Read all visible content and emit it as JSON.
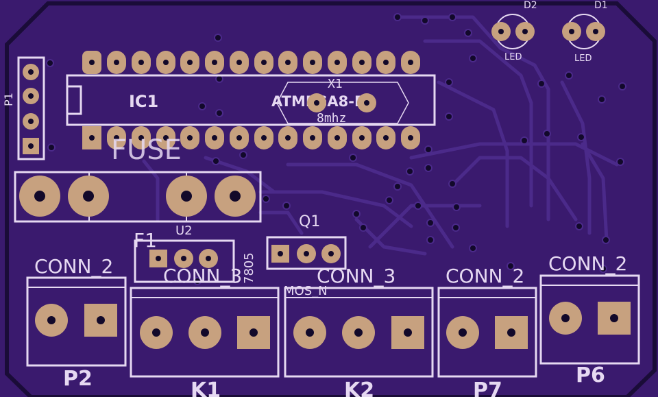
{
  "colors": {
    "board": "#3a1a6e",
    "board_edge": "#1a0c38",
    "trace": "#4b2a8a",
    "silkscreen": "#e6d9f2",
    "pad": "#c7a17f",
    "hole": "#12092a"
  },
  "labels": {
    "ic1": "IC1",
    "mcu": "ATMEGA8-P",
    "x1": "X1",
    "crystal": "8mhz",
    "fuse": "FUSE",
    "f1": "F1",
    "u2": "U2",
    "u2_val": "7805",
    "q1": "Q1",
    "q1_val": "MOS_N",
    "d2": "D2",
    "d1": "D1",
    "led2": "LED",
    "led1": "LED",
    "p1": "P1",
    "conn_p2": "CONN_2",
    "conn_k1": "CONN_3",
    "conn_k2": "CONN_3",
    "conn_p7": "CONN_2",
    "conn_p6": "CONN_2",
    "p2": "P2",
    "k1": "K1",
    "k2": "K2",
    "p7": "P7",
    "p6": "P6"
  }
}
